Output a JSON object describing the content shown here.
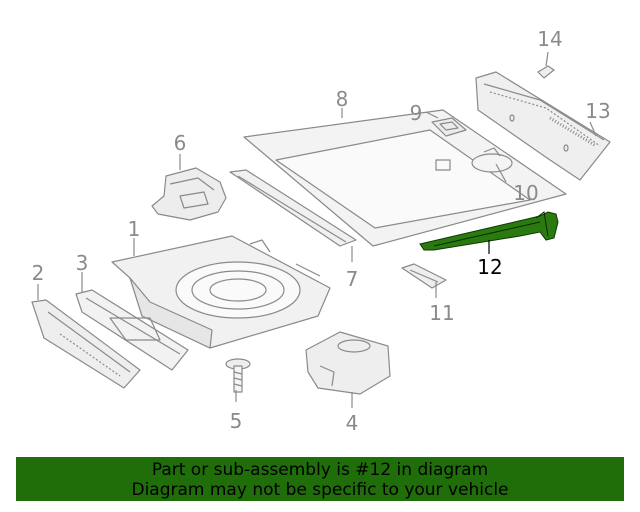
{
  "diagram": {
    "highlight_color": "#1f6e0a",
    "line_color": "#8a8a8a",
    "part_numbers": [
      "1",
      "2",
      "3",
      "4",
      "5",
      "6",
      "7",
      "8",
      "9",
      "10",
      "11",
      "12",
      "13",
      "14"
    ],
    "highlighted_part": "12"
  },
  "banner": {
    "line1": "Part or sub-assembly is #12 in diagram",
    "line2": "Diagram may not be specific to your vehicle",
    "background": "#1f6e0a"
  }
}
